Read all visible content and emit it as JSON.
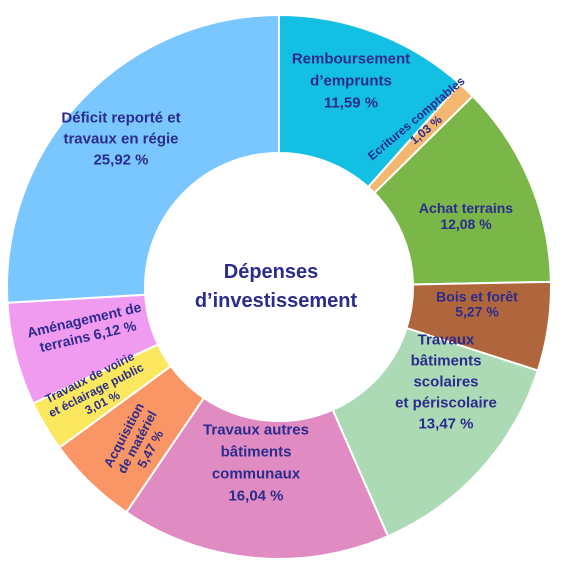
{
  "chart_data": {
    "type": "pie",
    "title": "Dépenses d’investissement",
    "title_lines": [
      "Dépenses",
      "d’investissement"
    ],
    "label_color": "#2b2c8c",
    "slices": [
      {
        "name": "Remboursement d’emprunts",
        "value": 11.59,
        "value_label": "11,59 %",
        "color": "#13bfe3",
        "lines": [
          "Remboursement",
          "d’emprunts",
          "11,59 %"
        ]
      },
      {
        "name": "Ecritures comptables",
        "value": 1.03,
        "value_label": "1,03 %",
        "color": "#f3b870",
        "lines": [
          "Ecritures comptables",
          "1,03 %"
        ]
      },
      {
        "name": "Achat terrains",
        "value": 12.08,
        "value_label": "12,08 %",
        "color": "#7ab648",
        "lines": [
          "Achat terrains",
          "12,08 %"
        ]
      },
      {
        "name": "Bois et forêt",
        "value": 5.27,
        "value_label": "5,27 %",
        "color": "#b0663c",
        "lines": [
          "Bois et forêt",
          "5,27 %"
        ]
      },
      {
        "name": "Travaux bâtiments scolaires et périscolaire",
        "value": 13.47,
        "value_label": "13,47 %",
        "color": "#acdab5",
        "lines": [
          "Travaux",
          "bâtiments",
          "scolaires",
          "et périscolaire",
          "13,47 %"
        ]
      },
      {
        "name": "Travaux autres bâtiments communaux",
        "value": 16.04,
        "value_label": "16,04 %",
        "color": "#e08cc3",
        "lines": [
          "Travaux autres",
          "bâtiments",
          "communaux",
          "16,04 %"
        ]
      },
      {
        "name": "Acquisition de matériel",
        "value": 5.47,
        "value_label": "5,47 %",
        "color": "#fa9566",
        "lines": [
          "Acquisition",
          "de matériel",
          "5,47 %"
        ]
      },
      {
        "name": "Travaux de voirie et éclairage public",
        "value": 3.01,
        "value_label": "3,01 %",
        "color": "#fbe85f",
        "lines": [
          "Travaux de voirie",
          "et éclairage public",
          "3,01 %"
        ]
      },
      {
        "name": "Aménagement de terrains",
        "value": 6.12,
        "value_label": "6,12 %",
        "color": "#f19bf0",
        "lines": [
          "Aménagement de",
          "terrains 6,12 %"
        ]
      },
      {
        "name": "Déficit reporté et travaux en régie",
        "value": 25.92,
        "value_label": "25,92 %",
        "color": "#7ac6ff",
        "lines": [
          "Déficit reporté et",
          "travaux en régie",
          "25,92 %"
        ]
      }
    ]
  }
}
